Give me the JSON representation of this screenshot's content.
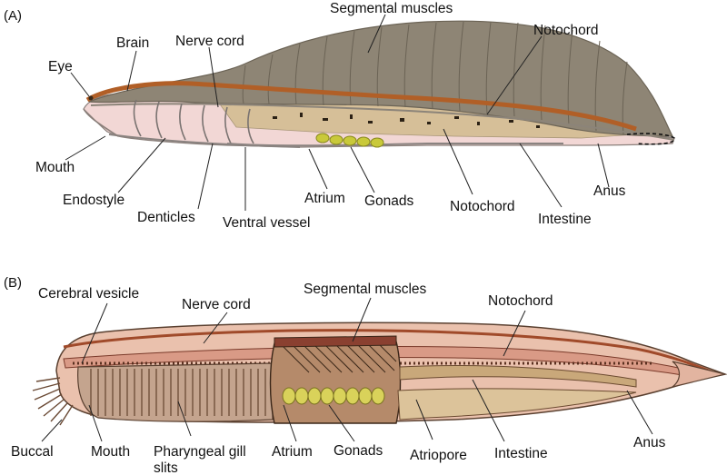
{
  "panels": [
    {
      "id": "A",
      "tag": "(A)",
      "labels": {
        "segmental_muscles": "Segmental muscles",
        "brain": "Brain",
        "nerve_cord": "Nerve cord",
        "notochord_top": "Notochord",
        "eye": "Eye",
        "mouth": "Mouth",
        "endostyle": "Endostyle",
        "denticles": "Denticles",
        "ventral_vessel": "Ventral vessel",
        "atrium": "Atrium",
        "gonads": "Gonads",
        "notochord_bottom": "Notochord",
        "intestine": "Intestine",
        "anus": "Anus"
      }
    },
    {
      "id": "B",
      "tag": "(B)",
      "labels": {
        "cerebral_vesicle": "Cerebral vesicle",
        "nerve_cord": "Nerve cord",
        "segmental_muscles": "Segmental muscles",
        "notochord": "Notochord",
        "buccal": "Buccal",
        "mouth": "Mouth",
        "pharyngeal_line1": "Pharyngeal gill",
        "pharyngeal_line2": "slits",
        "atrium": "Atrium",
        "gonads": "Gonads",
        "atriopore": "Atriopore",
        "intestine": "Intestine",
        "anus": "Anus"
      }
    }
  ],
  "colors": {
    "muscle": "#8e8575",
    "pharynx": "#f2d7d5",
    "body_b": "#eac1ad",
    "nerve": "#b15f27",
    "gonad": "#c9c93a",
    "gut": "#c9a87a"
  }
}
